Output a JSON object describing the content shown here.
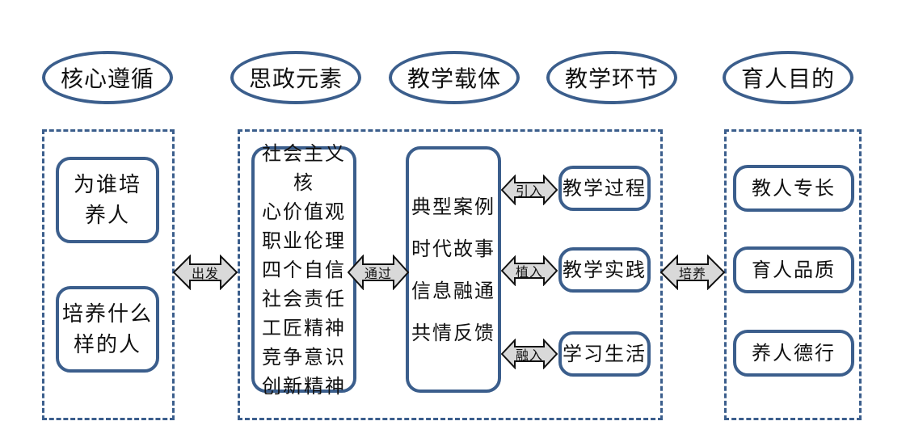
{
  "headers": [
    "核心遵循",
    "思政元素",
    "教学载体",
    "教学环节",
    "育人目的"
  ],
  "core": {
    "items": [
      "为谁培\n养人",
      "培养什么\n样的人"
    ]
  },
  "arrows": {
    "start": "出发",
    "through": "通过",
    "introduce": "引入",
    "implant": "植入",
    "integrate": "融入",
    "cultivate": "培养"
  },
  "elements": [
    "社会主义核",
    "心价值观",
    "职业伦理",
    "四个自信",
    "社会责任",
    "工匠精神",
    "竞争意识",
    "创新精神"
  ],
  "carriers": [
    "典型案例",
    "时代故事",
    "信息融通",
    "共情反馈"
  ],
  "stages": [
    "教学过程",
    "教学实践",
    "学习生活"
  ],
  "goals": [
    "教人专长",
    "育人品质",
    "养人德行"
  ],
  "colors": {
    "border": "#3b5e8c",
    "arrow_fill": "#d9d9d9"
  }
}
